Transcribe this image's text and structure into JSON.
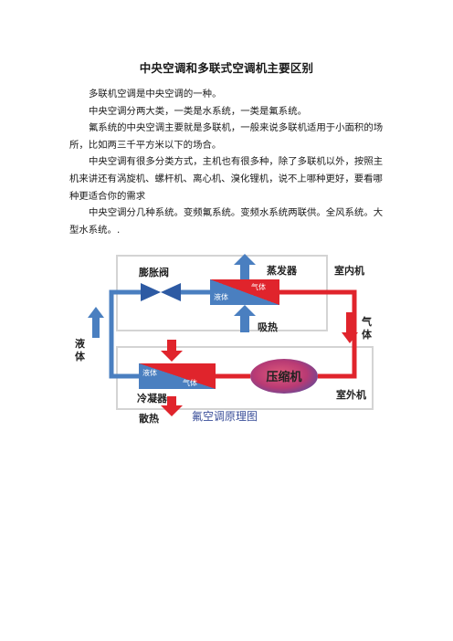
{
  "document": {
    "title": "中央空调和多联式空调机主要区别",
    "paragraphs": [
      "多联机空调是中央空调的一种。",
      "中央空调分两大类，一类是水系统，一类是氟系统。",
      "氟系统的中央空调主要就是多联机，一般来说多联机适用于小面积的场所，比如两三千平方米以下的场合。",
      "中央空调有很多分类方式，主机也有很多种，除了多联机以外，按照主机来讲还有涡旋机、螺杆机、离心机、溴化锂机，说不上哪种更好，要看哪种更适合你的需求",
      "中央空调分几种系统。变频氟系统。变频水系统两联供。全风系统。大型水系统。."
    ]
  },
  "diagram": {
    "labels": {
      "expansion_valve": "膨胀阀",
      "evaporator": "蒸发器",
      "indoor_unit": "室内机",
      "liquid_left": "液\n体",
      "gas_right": "气\n体",
      "absorb_heat": "吸热",
      "compressor": "压缩机",
      "condenser": "冷凝器",
      "outdoor_unit": "室外机",
      "release_heat": "散热",
      "evap_liquid": "液体",
      "evap_gas": "气体",
      "cond_liquid": "液体",
      "cond_gas": "气体",
      "caption": "氟空调原理图"
    },
    "colors": {
      "liquid_blue": "#4a7fc0",
      "gas_red": "#e0242c",
      "frame_gray": "#d4d4d4",
      "caption_blue": "#3b4f9a"
    }
  }
}
